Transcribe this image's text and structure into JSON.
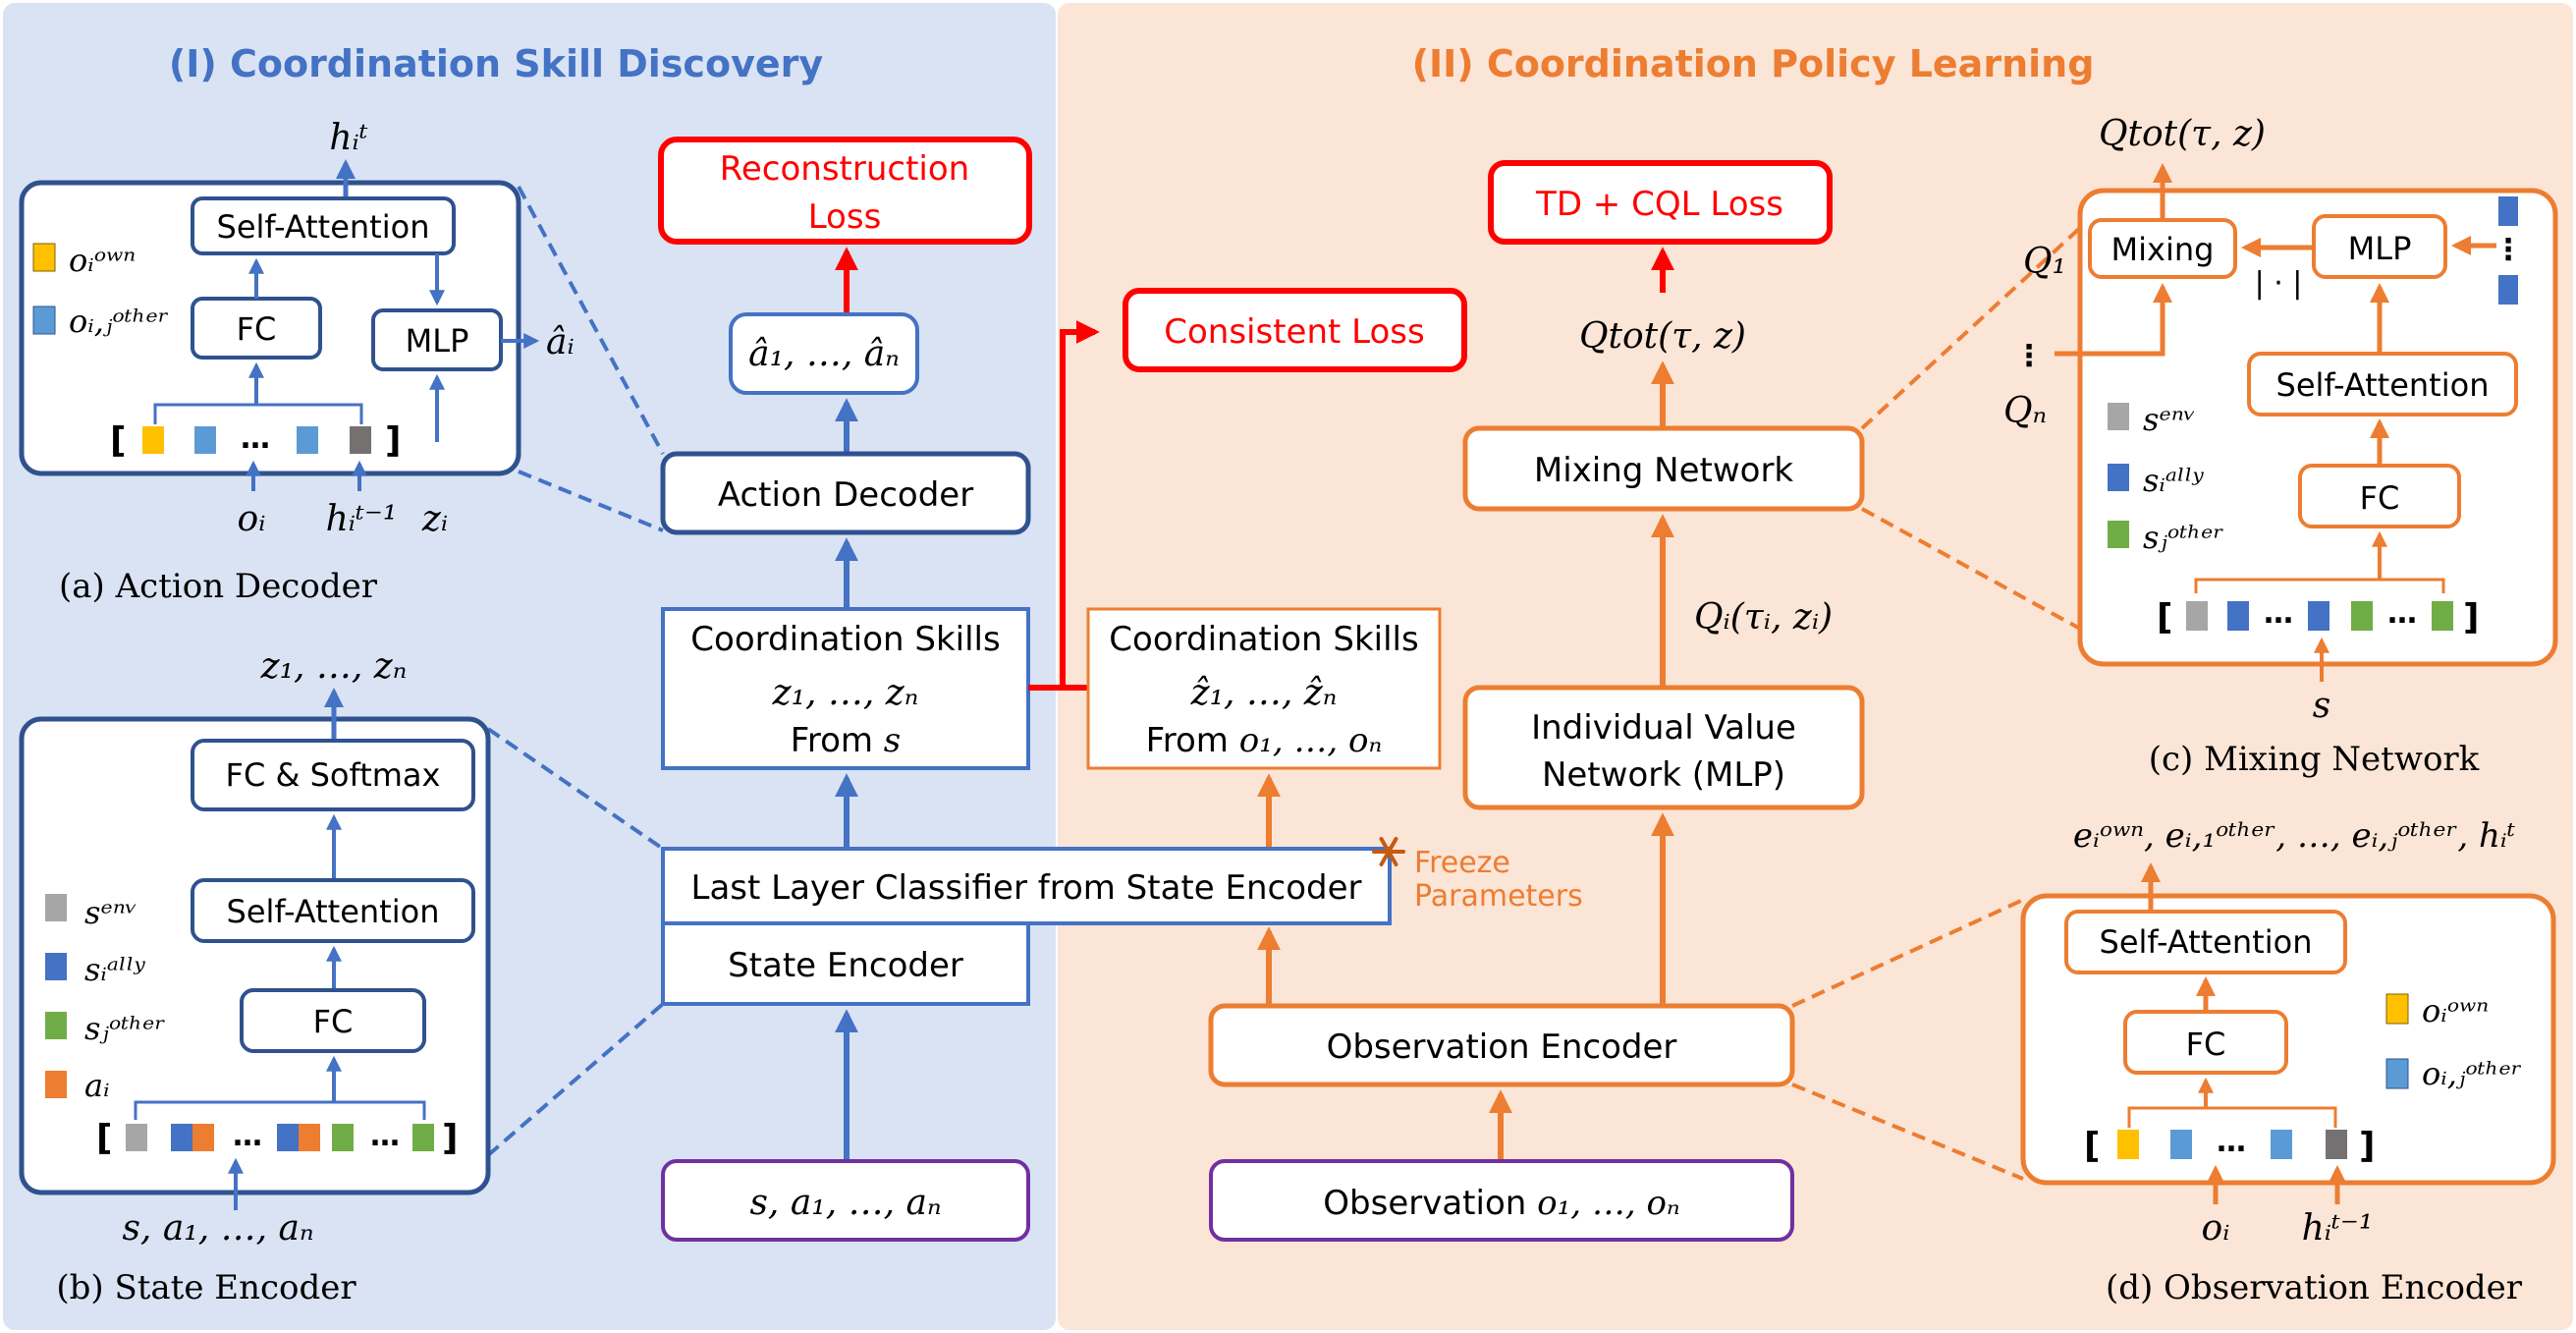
{
  "colors": {
    "blue": "#4472C4",
    "dark_blue": "#2F528F",
    "orange": "#ED7D31",
    "red": "#FF0000",
    "purple": "#7030A0",
    "left_bg": "#DAE3F3",
    "right_bg": "#FBE5D6",
    "token_yellow": "#FFC000",
    "token_light_blue": "#5B9BD5",
    "token_gray": "#A6A6A6",
    "token_dark_gray": "#767171",
    "token_dark_blue": "#4472C4",
    "token_green": "#70AD47",
    "token_orange": "#ED7D31"
  },
  "sections": {
    "left_title": "(I) Coordination Skill Discovery",
    "right_title": "(II) Coordination Policy Learning"
  },
  "main": {
    "reconstruction_loss_1": "Reconstruction",
    "reconstruction_loss_2": "Loss",
    "a_hat_list": "â₁, …, âₙ",
    "action_decoder": "Action Decoder",
    "coord_skills_title": "Coordination Skills",
    "coord_skills_z": "z₁, …, zₙ",
    "coord_skills_from_prefix": "From ",
    "coord_skills_from_var": "s",
    "last_layer_classifier": "Last Layer Classifier from State Encoder",
    "state_encoder": "State Encoder",
    "state_input": "s, a₁, …, aₙ",
    "consistent_loss": "Consistent Loss",
    "coord_skills2_title": "Coordination Skills",
    "coord_skills2_z": "ẑ₁, …, ẑₙ",
    "coord_skills2_from_prefix": "From ",
    "coord_skills2_from_var": "o₁, …, oₙ",
    "freeze_1": "Freeze",
    "freeze_2": "Parameters",
    "td_cql_loss": "TD + CQL Loss",
    "q_tot": "Qtot(τ, z)",
    "mixing_network": "Mixing Network",
    "q_i": "Qᵢ(τᵢ, zᵢ)",
    "ivn_1": "Individual Value",
    "ivn_2": "Network (MLP)",
    "observation_encoder": "Observation Encoder",
    "obs_input_prefix": "Observation ",
    "obs_input_var": "o₁, …, oₙ"
  },
  "panel_a": {
    "caption": "(a) Action Decoder",
    "output": "hᵢᵗ",
    "self_attention": "Self-Attention",
    "fc": "FC",
    "mlp": "MLP",
    "mlp_out": "âᵢ",
    "legend_own": "oᵢᵒʷⁿ",
    "legend_other": "oᵢ,ⱼᵒᵗʰᵉʳ",
    "input_o": "oᵢ",
    "input_h": "hᵢᵗ⁻¹",
    "input_z": "zᵢ",
    "ellipsis": "…"
  },
  "panel_b": {
    "caption": "(b) State Encoder",
    "output": "z₁, …, zₙ",
    "fc_softmax": "FC & Softmax",
    "self_attention": "Self-Attention",
    "fc": "FC",
    "legend_env": "sᵉⁿᵛ",
    "legend_ally": "sᵢᵃˡˡʸ",
    "legend_other": "sⱼᵒᵗʰᵉʳ",
    "legend_a": "aᵢ",
    "input": "s, a₁, …, aₙ",
    "ellipsis": "…"
  },
  "panel_c": {
    "caption": "(c) Mixing Network",
    "output": "Qtot(τ, z)",
    "mixing": "Mixing",
    "mlp": "MLP",
    "abs": "| · |",
    "self_attention": "Self-Attention",
    "fc": "FC",
    "q1": "Q₁",
    "qn": "Qₙ",
    "vdots": "⋮",
    "legend_env": "sᵉⁿᵛ",
    "legend_ally": "sᵢᵃˡˡʸ",
    "legend_other": "sⱼᵒᵗʰᵉʳ",
    "input": "s",
    "ellipsis": "…"
  },
  "panel_d": {
    "caption": "(d) Observation Encoder",
    "output": "eᵢᵒʷⁿ, eᵢ,₁ᵒᵗʰᵉʳ, …, eᵢ,ⱼᵒᵗʰᵉʳ, hᵢᵗ",
    "self_attention": "Self-Attention",
    "fc": "FC",
    "legend_own": "oᵢᵒʷⁿ",
    "legend_other": "oᵢ,ⱼᵒᵗʰᵉʳ",
    "input_o": "oᵢ",
    "input_h": "hᵢᵗ⁻¹",
    "ellipsis": "…"
  }
}
